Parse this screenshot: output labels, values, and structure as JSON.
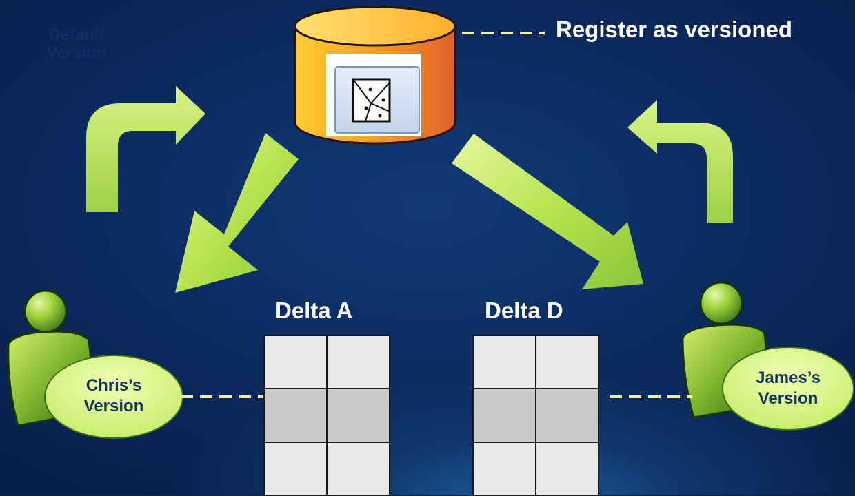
{
  "labels": {
    "default_version_line1": "Default",
    "default_version_line2": "Version",
    "register": "Register as versioned",
    "delta_a": "Delta A",
    "delta_d": "Delta D"
  },
  "users": [
    {
      "line1": "Chris’s",
      "line2": "Version"
    },
    {
      "line1": "James’s",
      "line2": "Version"
    }
  ],
  "icons": {
    "database": "database-cylinder-icon",
    "geodatabase": "feature-dataset-icon",
    "user": "user-person-icon"
  },
  "colors": {
    "arrow_green": "#b4e050",
    "dash_yellow": "#f3eea0",
    "db_orange": "#f0a020",
    "bubble_green": "#d2f07a"
  }
}
